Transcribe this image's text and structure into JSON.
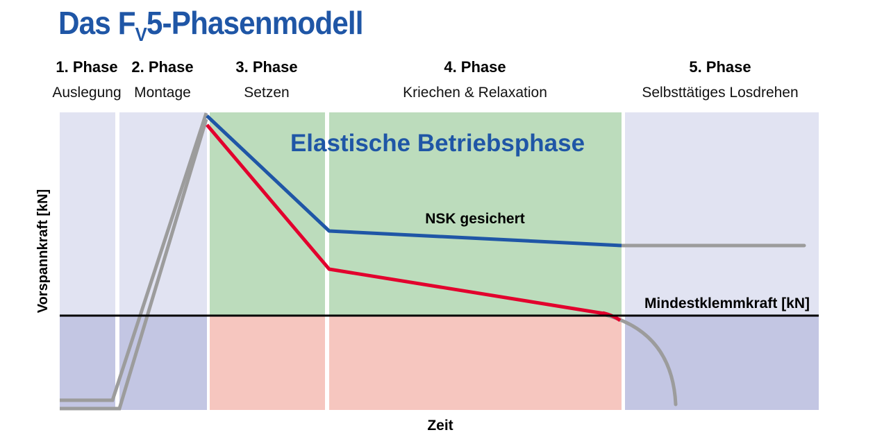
{
  "title_main": "Das F",
  "title_sub": "V",
  "title_rest": "5-Phasenmodell",
  "phases": [
    {
      "number": "1. Phase",
      "name": "Auslegung"
    },
    {
      "number": "2. Phase",
      "name": "Montage"
    },
    {
      "number": "3. Phase",
      "name": "Setzen"
    },
    {
      "number": "4. Phase",
      "name": "Kriechen & Relaxation"
    },
    {
      "number": "5. Phase",
      "name": "Selbsttätiges Losdrehen"
    }
  ],
  "labels": {
    "elastic_phase": "Elastische Betriebsphase",
    "nsk": "NSK gesichert",
    "threshold": "Mindestklemmkraft [kN]",
    "y_axis": "Vorspannkraft [kN]",
    "x_axis": "Zeit"
  },
  "colors": {
    "title_blue": "#1f56a6",
    "curve_blue": "#1f56a6",
    "curve_red": "#e2002d",
    "curve_gray": "#9c9c9c",
    "zone_lavender": "#e1e3f2",
    "zone_lavender_dark": "#c3c6e3",
    "zone_green": "#bcdcbc",
    "zone_pink": "#f6c6bf"
  }
}
